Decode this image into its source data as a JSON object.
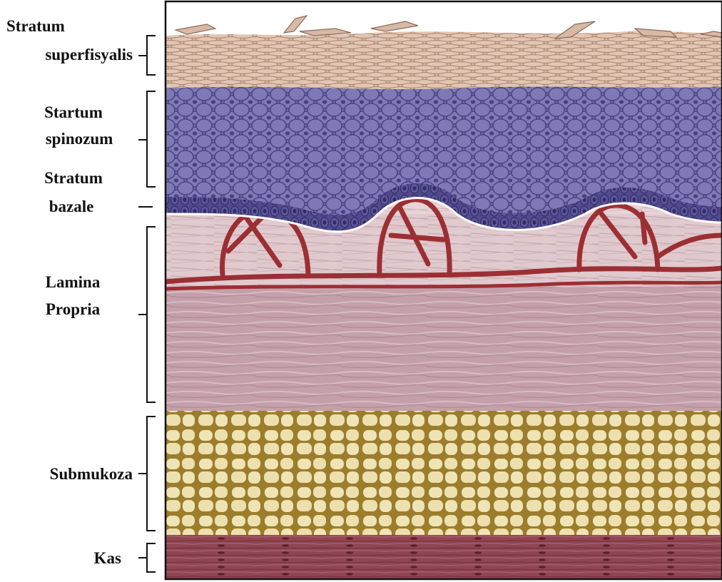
{
  "diagram": {
    "layers": [
      {
        "id": "stratum-superfisyalis",
        "lines": [
          "Stratum",
          "superfisyalis"
        ],
        "color": "#d8b8a4"
      },
      {
        "id": "startum-spinozum",
        "lines": [
          "Startum",
          "spinozum"
        ],
        "color": "#6d67a6"
      },
      {
        "id": "stratum-bazale",
        "lines": [
          "Stratum",
          "bazale"
        ],
        "color": "#4f4a8c"
      },
      {
        "id": "lamina-propria",
        "lines": [
          "Lamina",
          "Propria"
        ],
        "color": "#c7a3ad"
      },
      {
        "id": "submukoza",
        "lines": [
          "Submukoza"
        ],
        "color": "#ede1b3"
      },
      {
        "id": "kas",
        "lines": [
          "Kas"
        ],
        "color": "#8e4450"
      }
    ],
    "colors": {
      "vessel": "#9c2f33",
      "fat_outline": "#a0822c",
      "basement_membrane": "#ffffff",
      "frame": "#111111"
    }
  }
}
